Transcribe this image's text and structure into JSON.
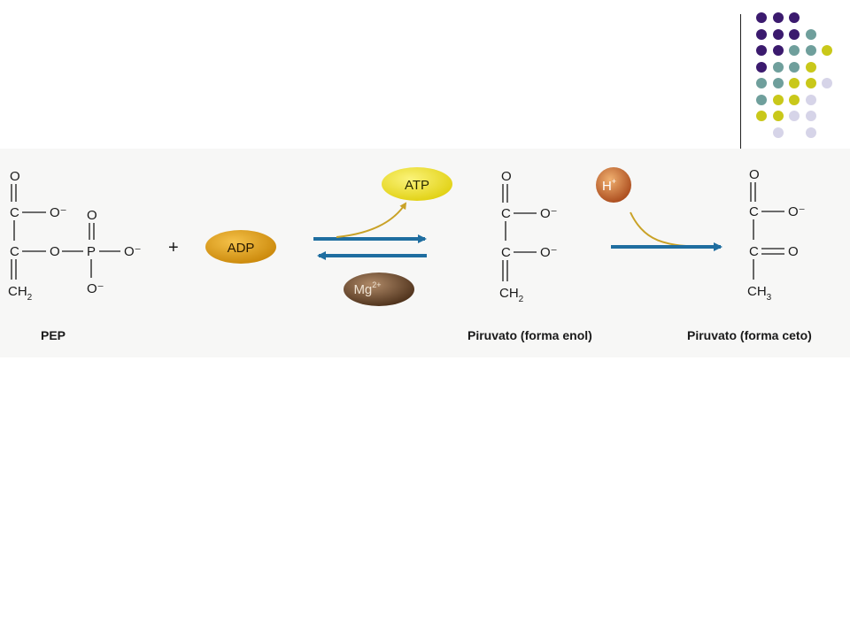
{
  "colors": {
    "purple": "#3b1a6e",
    "teal": "#6f9f9c",
    "yellow": "#c9c81a",
    "lilac": "#d6d4e8",
    "arrow_blue": "#1f6ea0",
    "arrow_gold": "#c9a227",
    "adp": "#d99a12",
    "atp": "#efe21a",
    "mg": "#5a3c22",
    "h": "#c0652a"
  },
  "decoration": {
    "dot_rows": [
      [
        "purple",
        "purple",
        "purple",
        null,
        null
      ],
      [
        "purple",
        "purple",
        "purple",
        "teal",
        null
      ],
      [
        "purple",
        "purple",
        "teal",
        "teal",
        "yellow"
      ],
      [
        "purple",
        "teal",
        "teal",
        "yellow",
        null
      ],
      [
        "teal",
        "teal",
        "yellow",
        "yellow",
        "lilac"
      ],
      [
        "teal",
        "yellow",
        "yellow",
        "lilac",
        null
      ],
      [
        "yellow",
        "yellow",
        "lilac",
        "lilac",
        null
      ],
      [
        null,
        "lilac",
        null,
        "lilac",
        null
      ]
    ]
  },
  "reaction": {
    "pep": {
      "label": "PEP",
      "atom_c1": "C",
      "atom_c2": "C",
      "atom_o_top": "O",
      "o_minus_1": "O⁻",
      "ch2": "CH",
      "ch2_sub": "2",
      "bridge_o": "O",
      "phosphorus": "P",
      "p_o_top": "O",
      "p_o_right": "O⁻",
      "p_o_bottom": "O⁻"
    },
    "plus": "+",
    "adp": "ADP",
    "atp": "ATP",
    "mg": "Mg",
    "mg_sup": "2+",
    "h": "H",
    "h_sup": "+",
    "enol": {
      "label": "Piruvato (forma enol)",
      "atom_o_top": "O",
      "c1": "C",
      "c2": "C",
      "o_minus_1": "O⁻",
      "o_minus_2": "O⁻",
      "ch2": "CH",
      "ch2_sub": "2"
    },
    "keto": {
      "label": "Piruvato (forma ceto)",
      "atom_o_top": "O",
      "c1": "C",
      "c2": "C",
      "o_minus": "O⁻",
      "o_double": "O",
      "ch3": "CH",
      "ch3_sub": "3"
    }
  }
}
